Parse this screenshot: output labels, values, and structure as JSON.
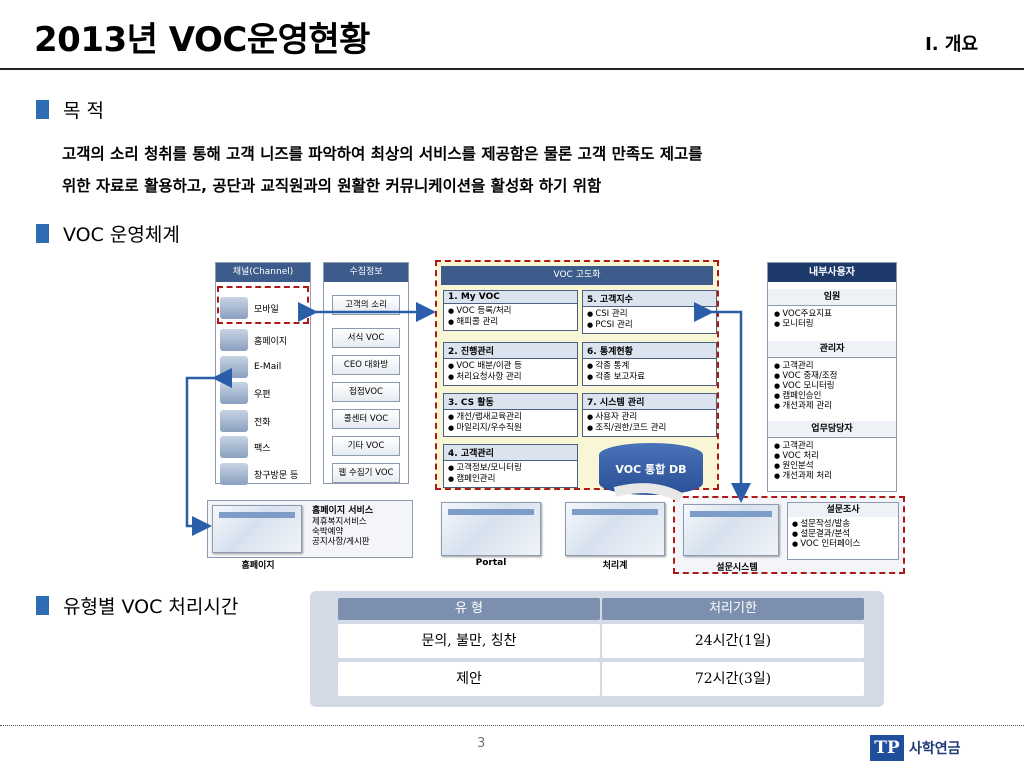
{
  "header": {
    "title": "2013년 VOC운영현황",
    "section": "Ⅰ. 개요"
  },
  "purpose": {
    "heading": "목 적",
    "line1": "고객의 소리 청취를 통해 고객 니즈를 파악하여 최상의 서비스를 제공함은 물론 고객 만족도 제고를",
    "line2": "위한 자료로 활용하고, 공단과 교직원과의 원활한 커뮤니케이션을 활성화 하기 위함"
  },
  "system": {
    "heading": "VOC 운영체계",
    "channel": {
      "header": "채널(Channel)",
      "items": [
        "모바일",
        "홈페이지",
        "E-Mail",
        "우편",
        "전화",
        "팩스",
        "창구방문 등"
      ]
    },
    "collect": {
      "header": "수집정보",
      "items": [
        "고객의 소리",
        "서식 VOC",
        "CEO 대화방",
        "접점VOC",
        "콜센터 VOC",
        "기타 VOC",
        "웹 수집기 VOC"
      ]
    },
    "core": {
      "header": "VOC 고도화",
      "modules": [
        {
          "title": "1. My VOC",
          "items": [
            "VOC 등록/처리",
            "해피콜 관리"
          ]
        },
        {
          "title": "5. 고객지수",
          "items": [
            "CSI 관리",
            "PCSI 관리"
          ]
        },
        {
          "title": "2. 진행관리",
          "items": [
            "VOC 배분/이관 등",
            "처리요청사항 관리"
          ]
        },
        {
          "title": "6. 통계현황",
          "items": [
            "각종 통계",
            "각종 보고자료"
          ]
        },
        {
          "title": "3. CS 활동",
          "items": [
            "개선/랩새교육관리",
            "마일리지/우수직원"
          ]
        },
        {
          "title": "7. 시스템 관리",
          "items": [
            "사용자 관리",
            "조직/권한/코드 관리"
          ]
        },
        {
          "title": "4. 고객관리",
          "items": [
            "고객정보/모니터링",
            "캠페인관리"
          ]
        }
      ],
      "db": "VOC 통합 DB"
    },
    "internal": {
      "header": "내부사용자",
      "sections": [
        {
          "title": "임원",
          "items": [
            "VOC주요지표",
            "모니터링"
          ]
        },
        {
          "title": "관리자",
          "items": [
            "고객관리",
            "VOC 중재/조정",
            "VOC 모니터링",
            "캠페인승인",
            "개선과제 관리"
          ]
        },
        {
          "title": "업무담당자",
          "items": [
            "고객관리",
            "VOC 처리",
            "원인분석",
            "개선과제 처리"
          ]
        }
      ]
    },
    "homepage_service": {
      "title": "홈페이지 서비스",
      "items": [
        "제휴복지서비스",
        "숙박예약",
        "공지사항/게시판"
      ]
    },
    "survey": {
      "title": "설문조사",
      "items": [
        "설문작성/발송",
        "설문결과/분석",
        "VOC 인터페이스"
      ]
    },
    "captions": {
      "homepage": "홈페이지",
      "portal": "Portal",
      "processing": "처리계",
      "survey_system": "설문시스템"
    }
  },
  "processing_time": {
    "heading": "유형별 VOC 처리시간",
    "headers": [
      "유   형",
      "처리기한"
    ],
    "rows": [
      {
        "type": "문의, 불만, 칭찬",
        "deadline": "24시간(1일)"
      },
      {
        "type": "제안",
        "deadline": "72시간(3일)"
      }
    ]
  },
  "footer": {
    "page": "3",
    "logo_mark": "TP",
    "logo_text": "사학연금"
  }
}
